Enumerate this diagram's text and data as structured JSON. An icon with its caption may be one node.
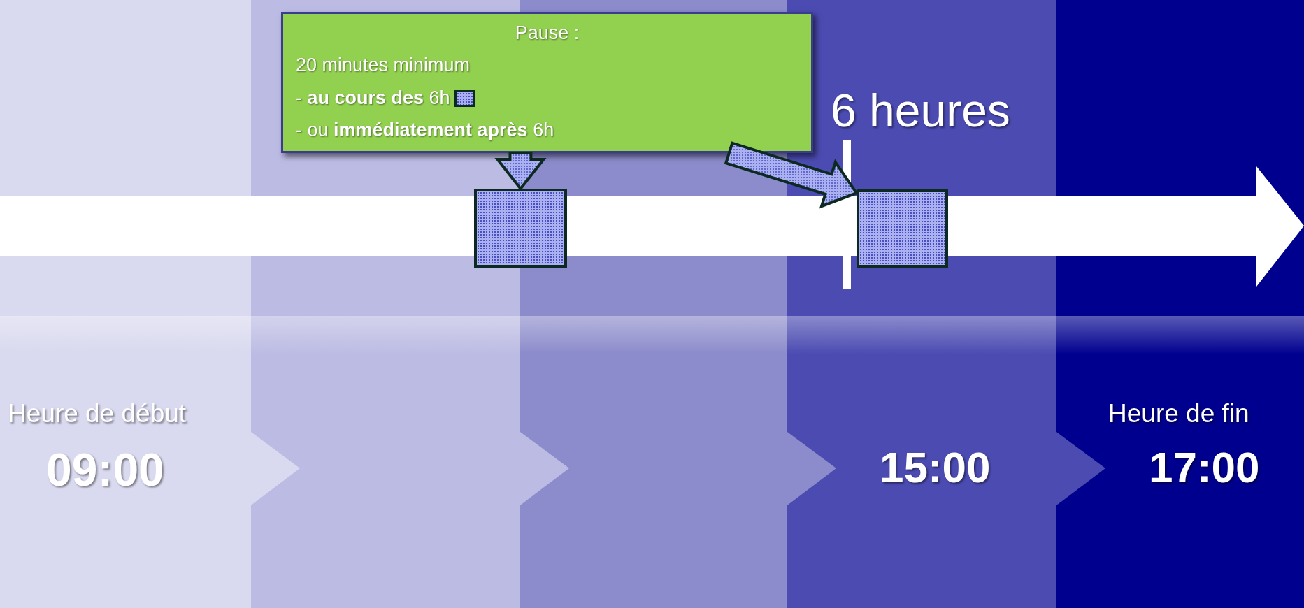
{
  "diagram": {
    "nodes": [
      {
        "text": [
          "Pause :",
          "20 minutes minimum",
          "- **au cours des** 6h",
          "- ou **immédiatement après** 6h"
        ]
      },
      {
        "text": [],
        "shape": "box"
      },
      {
        "text": [],
        "shape": "box"
      }
    ],
    "edges": [
      {
        "from": 0,
        "to": 1,
        "arrow": "to"
      },
      {
        "from": 0,
        "to": 2,
        "arrow": "to"
      }
    ],
    "labels": [
      "6 heures",
      "Heure de début",
      "09:00",
      "15:00",
      "Heure de fin",
      "17:00"
    ]
  }
}
